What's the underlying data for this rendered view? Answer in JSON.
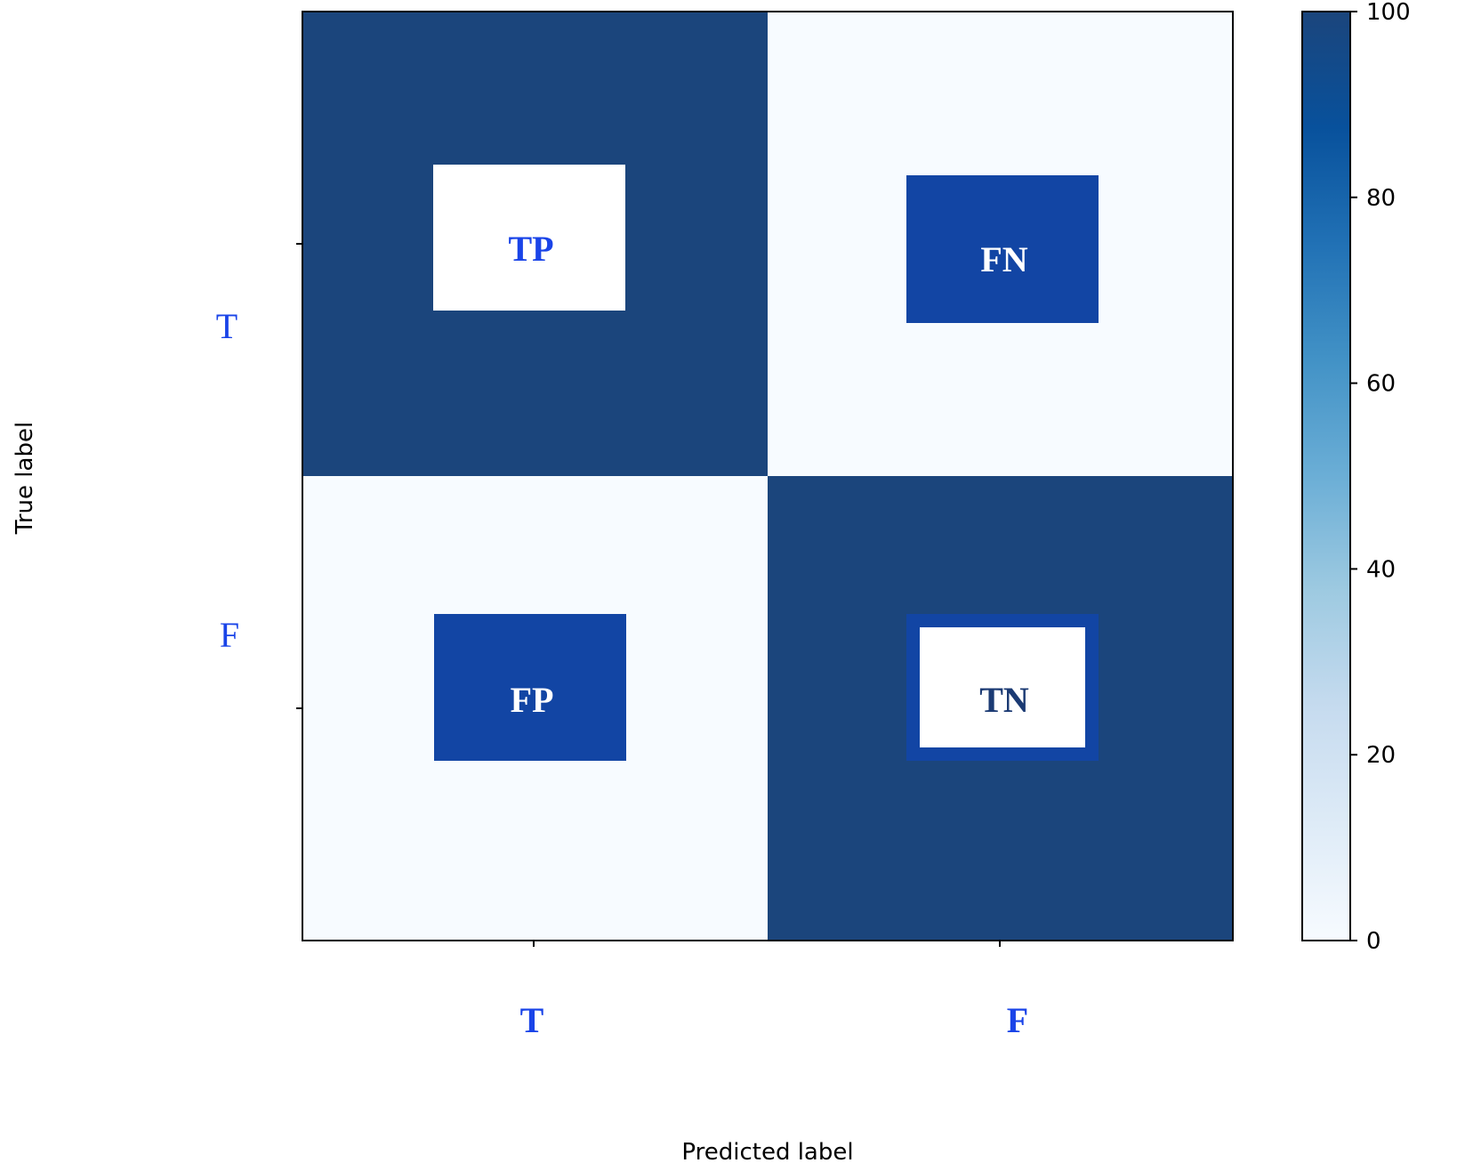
{
  "chart_data": {
    "type": "heatmap",
    "xlabel": "Predicted label",
    "ylabel": "True label",
    "x_ticklabels": [
      "T",
      "F"
    ],
    "y_ticklabels": [
      "T",
      "F"
    ],
    "values": [
      [
        100,
        0
      ],
      [
        0,
        100
      ]
    ],
    "cell_labels": [
      [
        "TP",
        "FN"
      ],
      [
        "FP",
        "TN"
      ]
    ],
    "colorbar": {
      "range": [
        0,
        100
      ],
      "ticks": [
        0,
        20,
        40,
        60,
        80,
        100
      ],
      "colormap": "Blues"
    }
  },
  "colors": {
    "high": "#1b457c",
    "low": "#f7fbff",
    "box_blue": "#1245a4",
    "label_blue": "#1a44e8",
    "dark_text": "#1b3a73"
  }
}
